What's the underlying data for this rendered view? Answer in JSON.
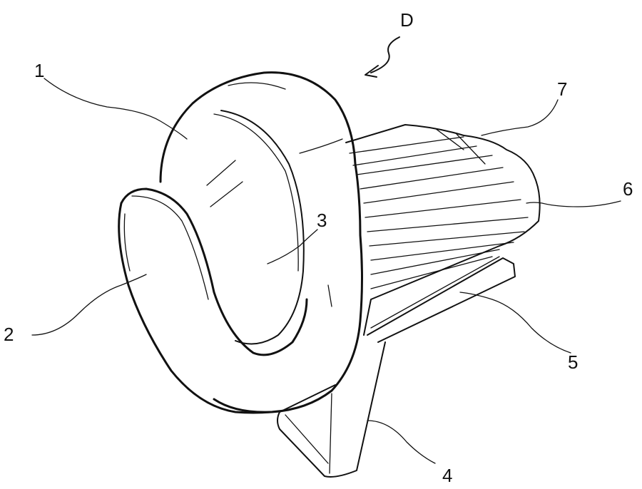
{
  "figure": {
    "view_label": "D",
    "labels": {
      "l1": "1",
      "l2": "2",
      "l3": "3",
      "l4": "4",
      "l5": "5",
      "l6": "6",
      "l7": "7"
    }
  }
}
